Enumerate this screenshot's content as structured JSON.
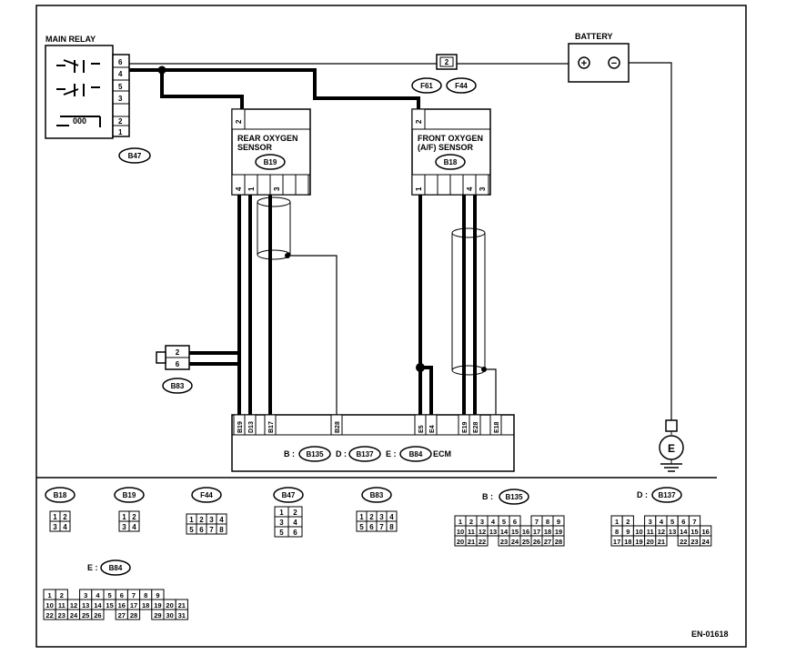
{
  "components": {
    "main_relay": {
      "title": "MAIN RELAY",
      "pins": [
        "6",
        "4",
        "5",
        "3",
        "2",
        "1"
      ],
      "connector": "B47"
    },
    "battery": {
      "title": "BATTERY",
      "plus": "+",
      "minus": "−"
    },
    "fuse_connector": {
      "pin": "2",
      "ids": [
        "F61",
        "F44"
      ]
    },
    "rear_sensor": {
      "line1": "REAR OXYGEN",
      "line2": "SENSOR",
      "connector": "B19",
      "top_pin": "2",
      "bottom_pins": [
        "4",
        "1",
        "",
        "3",
        "",
        ""
      ]
    },
    "front_sensor": {
      "line1": "FRONT OXYGEN",
      "line2": "(A/F) SENSOR",
      "connector": "B18",
      "top_pin": "2",
      "bottom_pins": [
        "1",
        "",
        "",
        "",
        "4",
        "3"
      ]
    },
    "joint_connector": {
      "pins": [
        "2",
        "6"
      ],
      "id": "B83"
    },
    "ecm": {
      "pins": [
        "B19",
        "D13",
        "B17",
        "B28",
        "E5",
        "E4",
        "E19",
        "E28",
        "E18"
      ],
      "legend": [
        {
          "prefix": "B :",
          "id": "B135"
        },
        {
          "prefix": "D :",
          "id": "B137"
        },
        {
          "prefix": "E :",
          "id": "B84"
        }
      ],
      "name": "ECM"
    },
    "ground": {
      "label": "E"
    }
  },
  "connector_views": [
    {
      "id": "B18",
      "rows": [
        [
          "1",
          "2"
        ],
        [
          "3",
          "4"
        ]
      ]
    },
    {
      "id": "B19",
      "rows": [
        [
          "1",
          "2"
        ],
        [
          "3",
          "4"
        ]
      ]
    },
    {
      "id": "F44",
      "rows": [
        [
          "1",
          "2",
          "3",
          "4"
        ],
        [
          "5",
          "6",
          "7",
          "8"
        ]
      ]
    },
    {
      "id": "B47",
      "rows": [
        [
          "1",
          "2"
        ],
        [
          "3",
          "4"
        ],
        [
          "5",
          "6"
        ]
      ]
    },
    {
      "id": "B83",
      "rows": [
        [
          "1",
          "2",
          "3",
          "4"
        ],
        [
          "5",
          "6",
          "7",
          "8"
        ]
      ]
    }
  ],
  "wide_connectors": [
    {
      "prefix": "B :",
      "id": "B135",
      "rows": [
        [
          "1",
          "2",
          "3",
          "4",
          "5",
          "6",
          "",
          "7",
          "8",
          "9"
        ],
        [
          "10",
          "11",
          "12",
          "13",
          "14",
          "15",
          "16",
          "17",
          "18",
          "19"
        ],
        [
          "20",
          "21",
          "22",
          "",
          "23",
          "24",
          "25",
          "26",
          "27",
          "28"
        ]
      ]
    },
    {
      "prefix": "D :",
      "id": "B137",
      "rows": [
        [
          "1",
          "2",
          "",
          "3",
          "4",
          "5",
          "6",
          "7"
        ],
        [
          "8",
          "9",
          "10",
          "11",
          "12",
          "13",
          "14",
          "15",
          "16"
        ],
        [
          "17",
          "18",
          "19",
          "20",
          "21",
          "",
          "22",
          "23",
          "24"
        ]
      ]
    },
    {
      "prefix": "E :",
      "id": "B84",
      "rows": [
        [
          "1",
          "2",
          "",
          "3",
          "4",
          "5",
          "6",
          "7",
          "8",
          "9"
        ],
        [
          "10",
          "11",
          "12",
          "13",
          "14",
          "15",
          "16",
          "17",
          "18",
          "19",
          "20",
          "21"
        ],
        [
          "22",
          "23",
          "24",
          "25",
          "26",
          "",
          "27",
          "28",
          "",
          "29",
          "30",
          "31"
        ]
      ]
    }
  ],
  "diagram_code": "EN-01618"
}
